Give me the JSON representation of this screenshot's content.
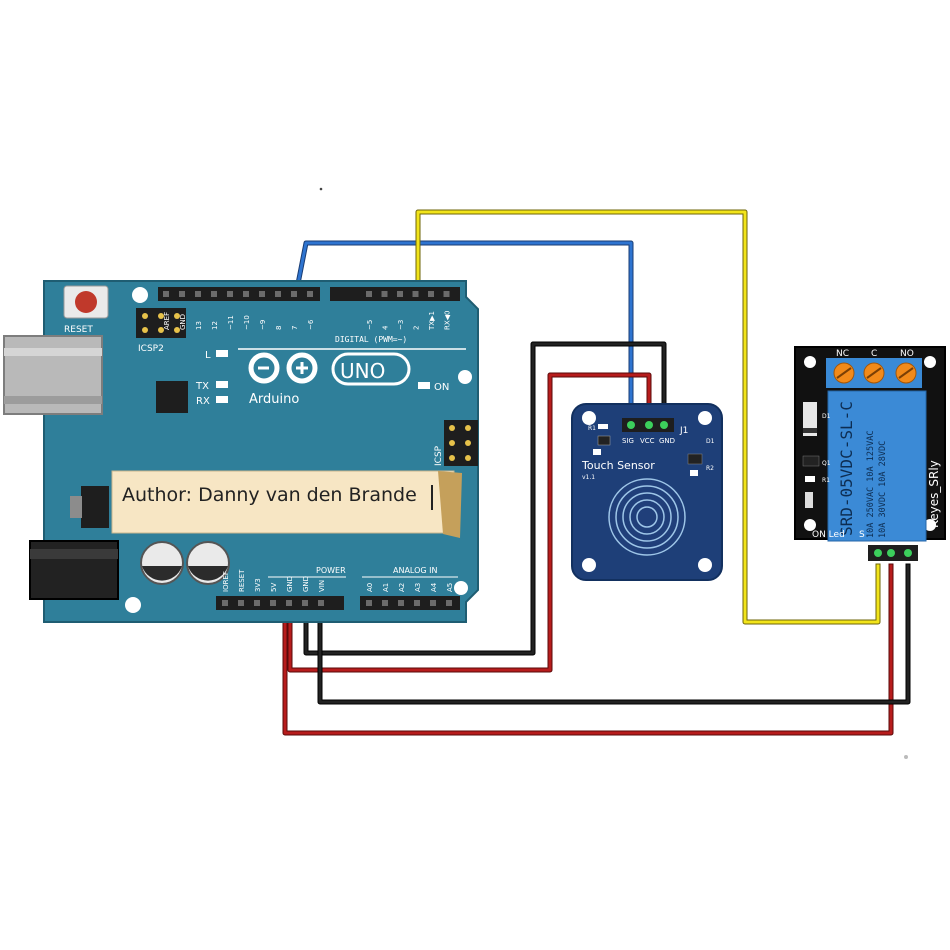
{
  "arduino": {
    "reset_label": "RESET",
    "icsp2_label": "ICSP2",
    "icsp_label": "ICSP",
    "brand": "Arduino",
    "model": "UNO",
    "led_l": "L",
    "led_tx": "TX",
    "led_rx": "RX",
    "led_on": "ON",
    "digital_label": "DIGITAL (PWM=~)",
    "digital_pins": [
      "AREF",
      "GND",
      "13",
      "12",
      "~11",
      "~10",
      "~9",
      "8",
      "7",
      "~6",
      "~5",
      "4",
      "~3",
      "2",
      "TX▶1",
      "RX◀0"
    ],
    "power_label": "POWER",
    "analog_label": "ANALOG IN",
    "power_pins": [
      "IOREF",
      "RESET",
      "3V3",
      "5V",
      "GND",
      "GND",
      "VIN"
    ],
    "analog_pins": [
      "A0",
      "A1",
      "A2",
      "A3",
      "A4",
      "A5"
    ]
  },
  "author_note": "Author: Danny van den Brande",
  "touch_sensor": {
    "pin_labels": [
      "SIG",
      "VCC",
      "GND"
    ],
    "label": "Touch Sensor",
    "version": "v1.1",
    "j1": "J1",
    "codes": [
      "R1",
      "D1",
      "R2"
    ]
  },
  "relay": {
    "terminal_labels": [
      "NC",
      "C",
      "NO"
    ],
    "model_text": "SRD-05VDC-SL-C",
    "ratings": [
      "10A 250VAC 10A 125VAC",
      "10A 30VDC 10A 28VDC"
    ],
    "brand": "Keyes_SRly",
    "on_led": "ON Led",
    "s_label": "S",
    "parts": [
      "D1",
      "Q1",
      "R1"
    ]
  },
  "colors": {
    "board": "#2f7f9a",
    "wire_blue": "#2e74d0",
    "wire_yellow": "#f2e41a",
    "wire_red": "#b71c1c",
    "wire_black": "#111111",
    "relay_blue": "#3b8ad6",
    "note_bg": "#f7e6c4"
  }
}
